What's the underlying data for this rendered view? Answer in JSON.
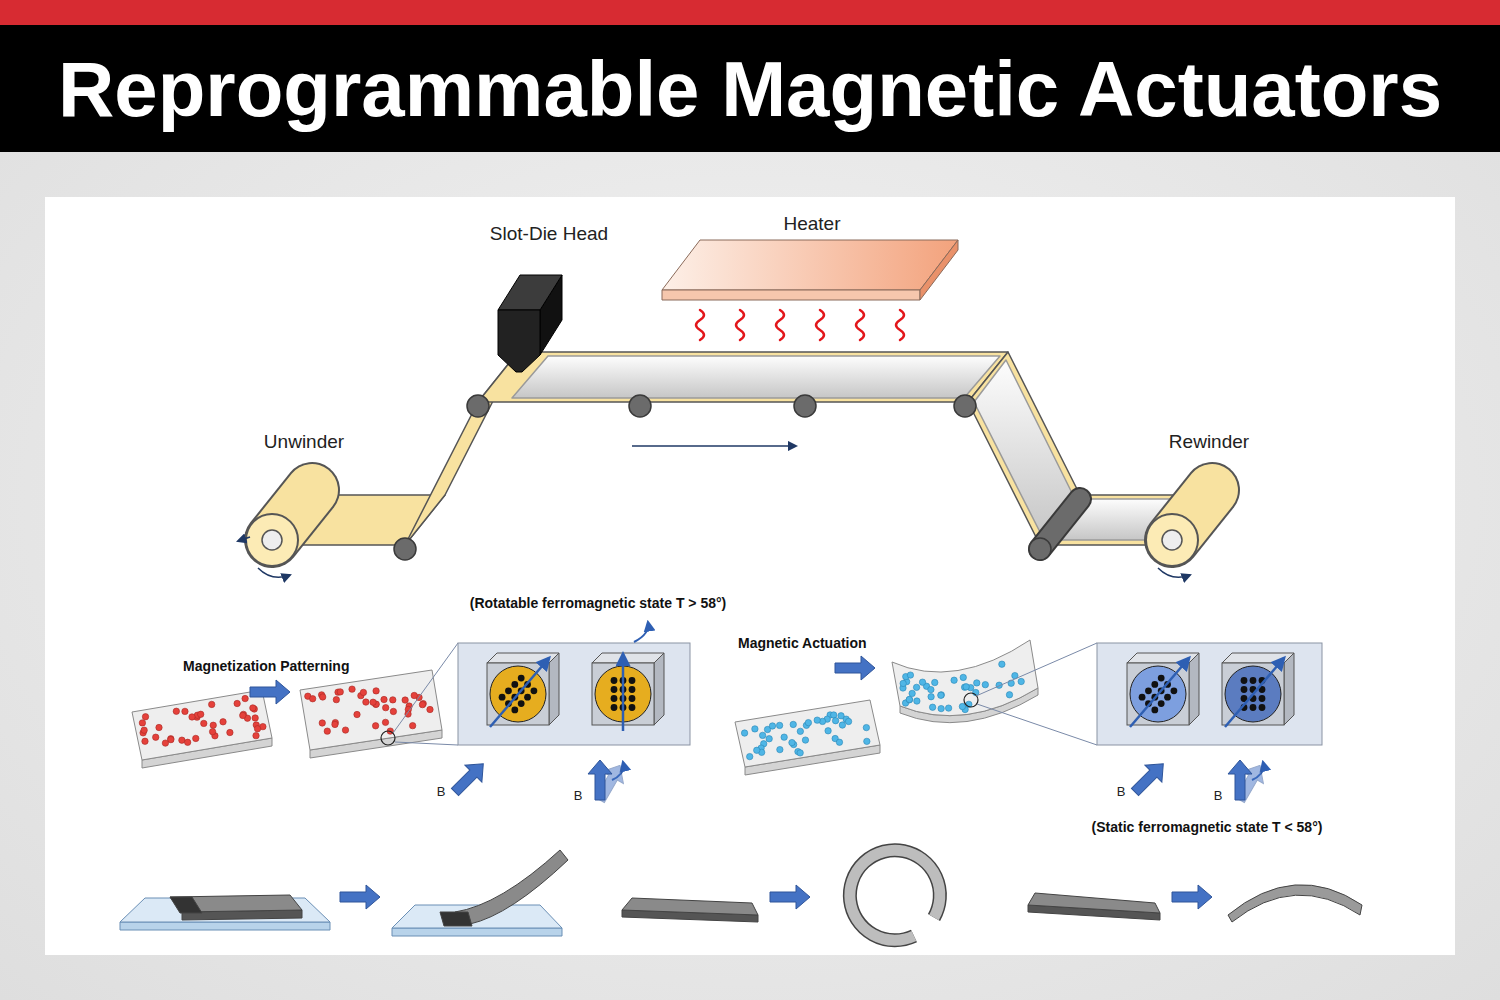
{
  "diagram": {
    "title": "Reprogrammable Magnetic Actuators",
    "labels": [
      "Slot-Die Head",
      "Heater",
      "Unwinder",
      "Rewinder",
      "(Rotatable ferromagnetic state T > 58°)",
      "Magnetization Patterning",
      "B",
      "B",
      "Magnetic Actuation",
      "B",
      "B",
      "(Static ferromagnetic state T < 58°)"
    ]
  }
}
